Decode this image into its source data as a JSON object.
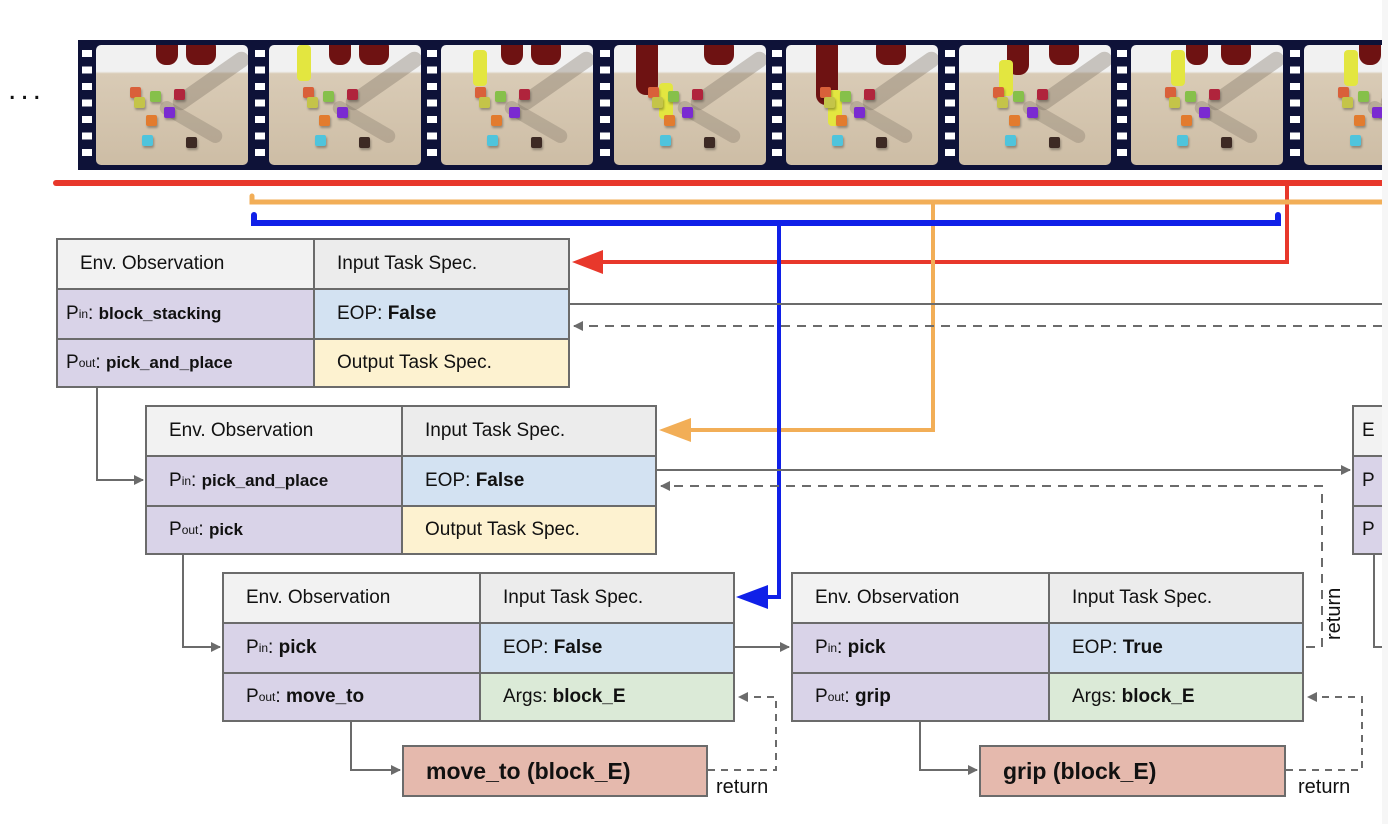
{
  "ellipsis": "...",
  "film_strip": {
    "frames": [
      {
        "index": 1,
        "content": "robot-arm-block-scene"
      },
      {
        "index": 2,
        "content": "robot-arm-block-scene"
      },
      {
        "index": 3,
        "content": "robot-arm-block-scene"
      },
      {
        "index": 4,
        "content": "robot-arm-block-scene"
      },
      {
        "index": 5,
        "content": "robot-arm-block-scene"
      },
      {
        "index": 6,
        "content": "robot-arm-block-scene"
      },
      {
        "index": 7,
        "content": "robot-arm-block-scene"
      },
      {
        "index": 8,
        "content": "robot-arm-block-scene"
      }
    ]
  },
  "colors": {
    "red_line": "#e8382b",
    "orange_line": "#f2ae57",
    "blue_line": "#1020e8",
    "connector": "#6b6b6b"
  },
  "programs": [
    {
      "id": "block_stacking",
      "env_obs": "Env. Observation",
      "input_spec": "Input Task Spec.",
      "p_in_prefix": "P",
      "p_in_sub": "in",
      "p_in_value": "block_stacking",
      "eop_label": "EOP: ",
      "eop_value": "False",
      "p_out_prefix": "P",
      "p_out_sub": "out",
      "p_out_value": "pick_and_place",
      "spec_out": "Output Task Spec."
    },
    {
      "id": "pick_and_place",
      "env_obs": "Env. Observation",
      "input_spec": "Input Task Spec.",
      "p_in_prefix": "P",
      "p_in_sub": "in",
      "p_in_value": "pick_and_place",
      "eop_label": "EOP: ",
      "eop_value": "False",
      "p_out_prefix": "P",
      "p_out_sub": "out",
      "p_out_value": "pick",
      "spec_out": "Output Task Spec."
    },
    {
      "id": "pick_1",
      "env_obs": "Env. Observation",
      "input_spec": "Input Task Spec.",
      "p_in_prefix": "P",
      "p_in_sub": "in",
      "p_in_value": "pick",
      "eop_label": "EOP: ",
      "eop_value": "False",
      "p_out_prefix": "P",
      "p_out_sub": "out",
      "p_out_value": "move_to",
      "args_label": "Args: ",
      "args_value": "block_E"
    },
    {
      "id": "pick_2",
      "env_obs": "Env. Observation",
      "input_spec": "Input Task Spec.",
      "p_in_prefix": "P",
      "p_in_sub": "in",
      "p_in_value": "pick",
      "eop_label": "EOP: ",
      "eop_value": "True",
      "p_out_prefix": "P",
      "p_out_sub": "out",
      "p_out_value": "grip",
      "args_label": "Args: ",
      "args_value": "block_E"
    },
    {
      "id": "partial_next",
      "env_obs": "E",
      "p_in_prefix": "P",
      "p_out_prefix": "P"
    }
  ],
  "primitives": [
    {
      "label": "move_to (block_E)",
      "return_label": "return"
    },
    {
      "label": "grip (block_E)",
      "return_label": "return"
    }
  ],
  "return_vertical": "return"
}
